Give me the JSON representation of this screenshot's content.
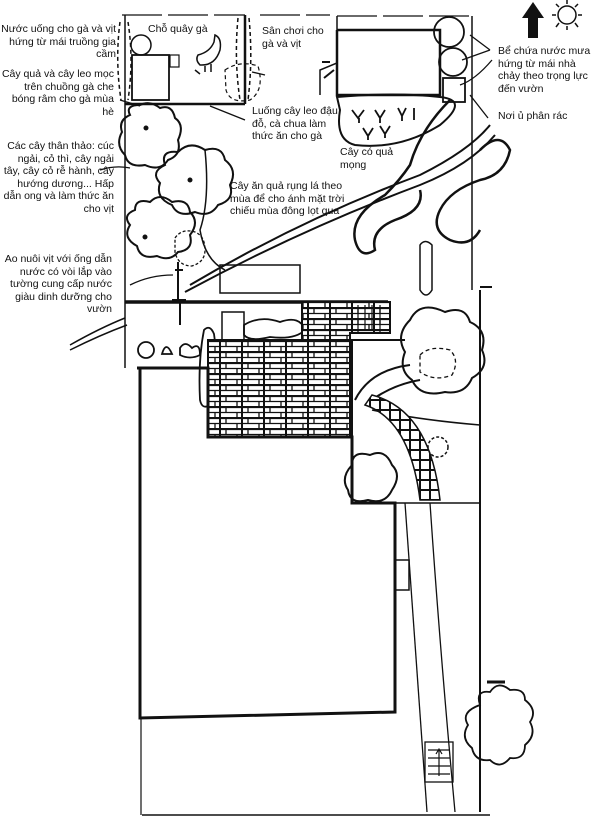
{
  "labels": {
    "drinking_water": "Nước uống cho gà và vịt hứng từ mái truồng gia cầm",
    "fruit_climbers": "Cây quả và cây leo mọc trên chuồng gà che bóng râm cho gà mùa hè",
    "herbs": "Các cây thân thảo: cúc ngải, cỏ thì, cây ngải tây, cây cỏ rễ hành, cây hướng dương... Hấp dẫn ong và làm thức ăn cho vịt",
    "duck_pond": "Ao nuôi vịt với ống dẫn nước có vòi lắp vào tường cung cấp nước giàu dinh dưỡng cho vườn",
    "chicken_pen": "Chỗ quây gà",
    "playground": "Sân chơi cho gà và vịt",
    "climbing_beds": "Luống cây leo đậu đỗ, cà chua làm thức ăn cho gà",
    "berry_plants": "Cây có quả mọng",
    "deciduous_trees": "Cây ăn quả rụng lá theo mùa để cho ánh mặt trời chiếu mùa đông lọt qua",
    "rain_tank": "Bể chứa nước mưa hứng từ mái nhà chảy theo trọng lực đến vườn",
    "compost": "Nơi ủ phân rác"
  },
  "icons": [
    "north-arrow-icon",
    "sun-icon",
    "chicken-icon"
  ],
  "colors": {
    "ink": "#111111",
    "paper": "#ffffff"
  }
}
